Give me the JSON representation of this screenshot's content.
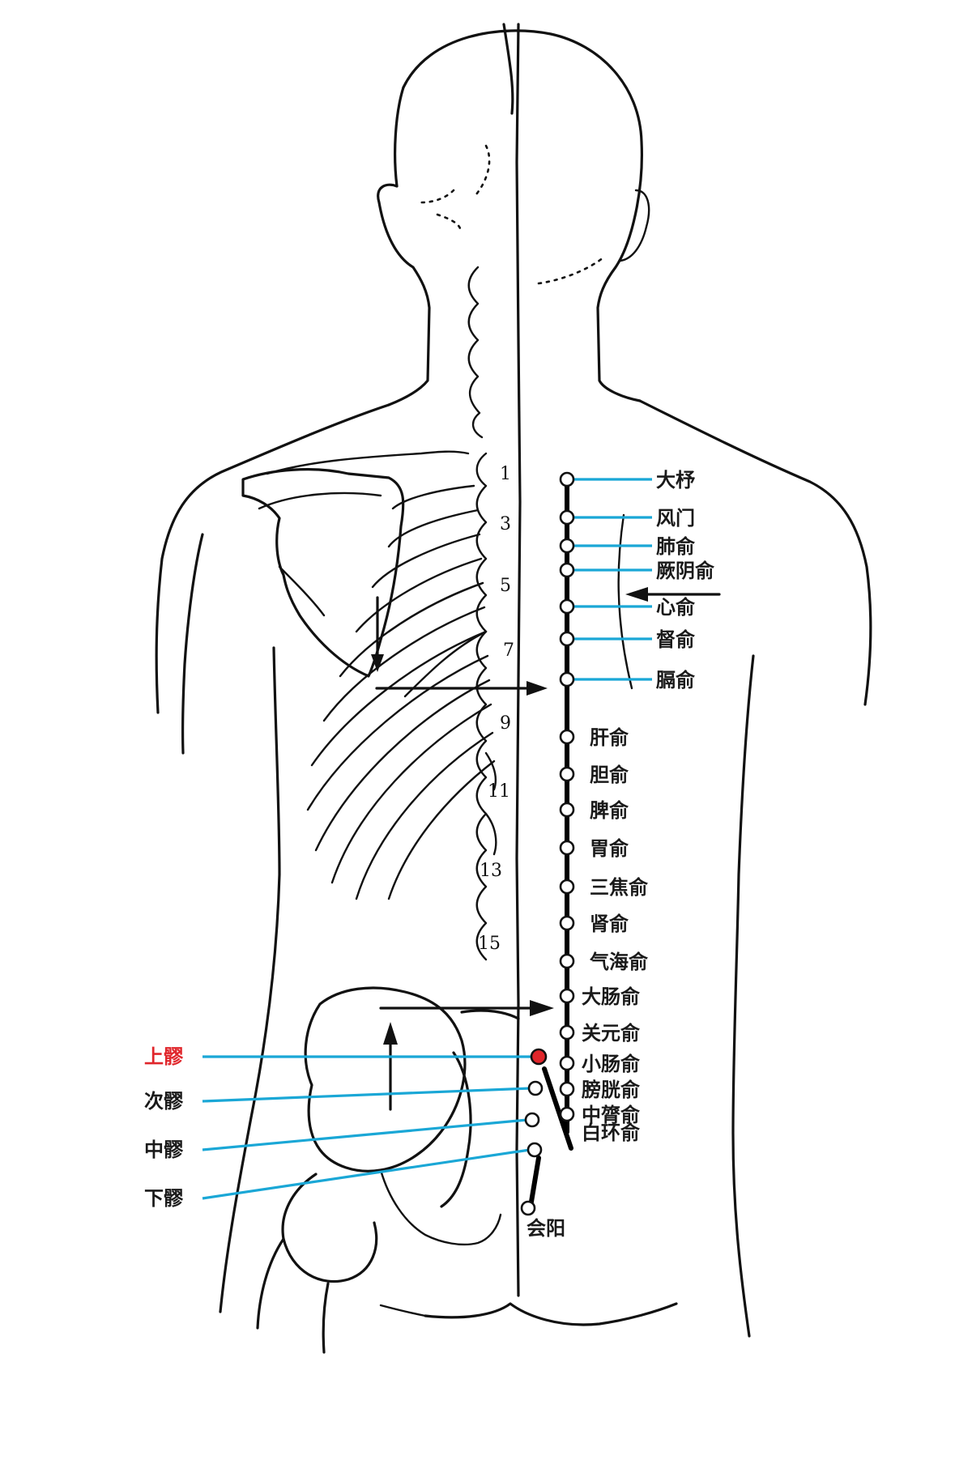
{
  "colors": {
    "ink": "#111111",
    "leader": "#1aa7d6",
    "highlight": "#e0262b",
    "background": "#ffffff"
  },
  "vertebra_numbers": [
    "1",
    "3",
    "5",
    "7",
    "9",
    "11",
    "13",
    "15"
  ],
  "right_points": [
    "大杼",
    "风门",
    "肺俞",
    "厥阴俞",
    "心俞",
    "督俞",
    "膈俞",
    "肝俞",
    "胆俞",
    "脾俞",
    "胃俞",
    "三焦俞",
    "肾俞",
    "气海俞",
    "大肠俞",
    "关元俞",
    "小肠俞",
    "膀胱俞",
    "中膂俞",
    "白环俞"
  ],
  "sacral_points": [
    "上髎",
    "次髎",
    "中髎",
    "下髎"
  ],
  "highlighted_point": "上髎",
  "bottom_point": "会阳"
}
